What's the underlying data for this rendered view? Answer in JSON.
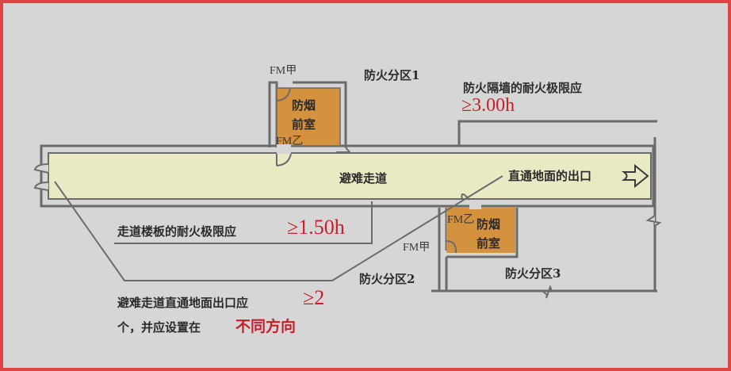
{
  "colors": {
    "frame_border": "#e04545",
    "background": "#d6d6d6",
    "corridor_fill": "#e9e9c4",
    "anteroom_fill": "#d4913e",
    "wall": "#6b6b6b",
    "highlight_red": "#c8202a"
  },
  "labels": {
    "zone1": "防火分区1",
    "zone2": "防火分区2",
    "zone3": "防火分区3",
    "corridor": "避难走道",
    "exit": "直通地面的出口",
    "anteroom1_line1": "防烟",
    "anteroom1_line2": "前室",
    "anteroom2_line1": "防烟",
    "anteroom2_line2": "前室",
    "door_fm_a_top": "FM甲",
    "door_fm_b_top": "FM乙",
    "door_fm_a_bottom": "FM甲",
    "door_fm_b_bottom": "FM乙"
  },
  "notes": {
    "wall_rating_text": "防火隔墙的耐火极限应",
    "wall_rating_value": "≥3.00h",
    "floor_rating_text": "走道楼板的耐火极限应",
    "floor_rating_value": "≥1.50h",
    "exit_rule_text1": "避难走道直通地面出口应",
    "exit_rule_value": "≥2",
    "exit_rule_text2": "个，并应设置在",
    "exit_rule_emphasis": "不同方向"
  },
  "icons": {
    "exit_arrow": "exit-arrow-icon",
    "door_swing": "door-swing-icon",
    "break_line": "break-line-icon"
  }
}
